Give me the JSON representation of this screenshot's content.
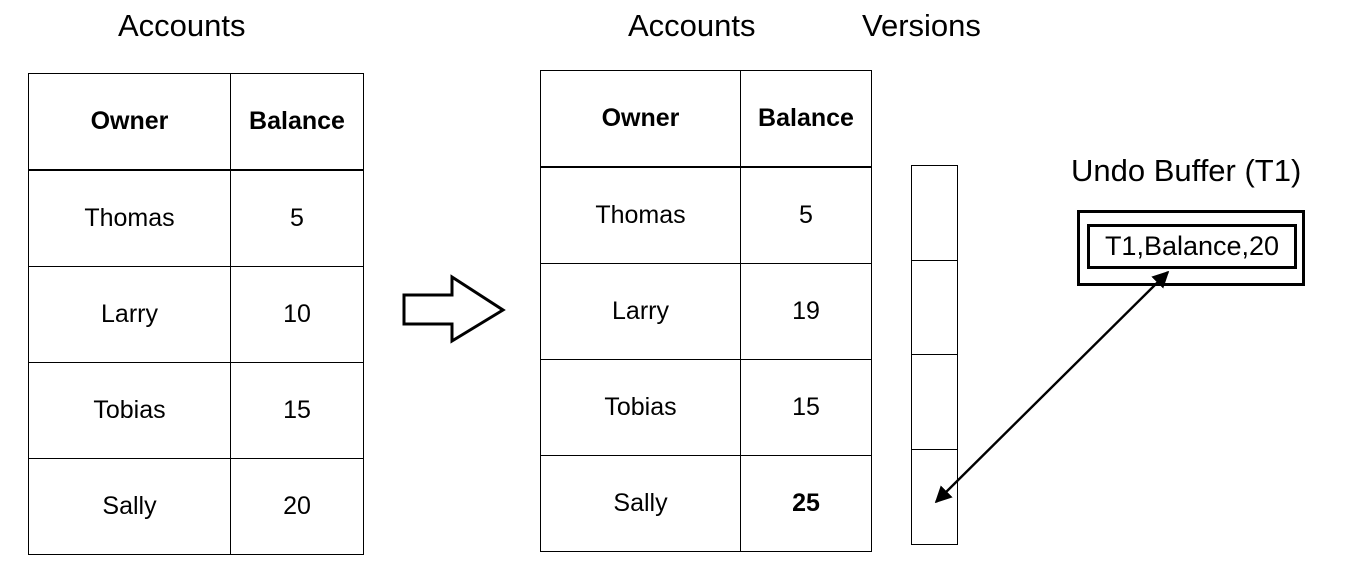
{
  "diagram": {
    "title_before": "Accounts",
    "title_after": "Accounts",
    "title_versions": "Versions",
    "title_undo": "Undo Buffer (T1)",
    "stroke_color": "#000000",
    "background_color": "#ffffff"
  },
  "accounts_before": {
    "caption": "Accounts",
    "columns": [
      "Owner",
      "Balance"
    ],
    "rows": [
      {
        "owner": "Thomas",
        "balance": "5",
        "balance_bold": false
      },
      {
        "owner": "Larry",
        "balance": "10",
        "balance_bold": false
      },
      {
        "owner": "Tobias",
        "balance": "15",
        "balance_bold": false
      },
      {
        "owner": "Sally",
        "balance": "20",
        "balance_bold": false
      }
    ]
  },
  "accounts_after": {
    "caption": "Accounts",
    "columns": [
      "Owner",
      "Balance"
    ],
    "rows": [
      {
        "owner": "Thomas",
        "balance": "5",
        "balance_bold": false
      },
      {
        "owner": "Larry",
        "balance": "19",
        "balance_bold": false
      },
      {
        "owner": "Tobias",
        "balance": "15",
        "balance_bold": false
      },
      {
        "owner": "Sally",
        "balance": "25",
        "balance_bold": true
      }
    ]
  },
  "versions": {
    "caption": "Versions",
    "cells": [
      "",
      "",
      "",
      ""
    ],
    "cell_count": 4
  },
  "undo_buffer": {
    "caption": "Undo Buffer (T1)",
    "entries": [
      "T1,Balance,20"
    ],
    "entry_text": "T1,Balance,20"
  },
  "connectors": {
    "transform_arrow": "block-arrow-right",
    "undo_link": "double-headed-arrow"
  }
}
